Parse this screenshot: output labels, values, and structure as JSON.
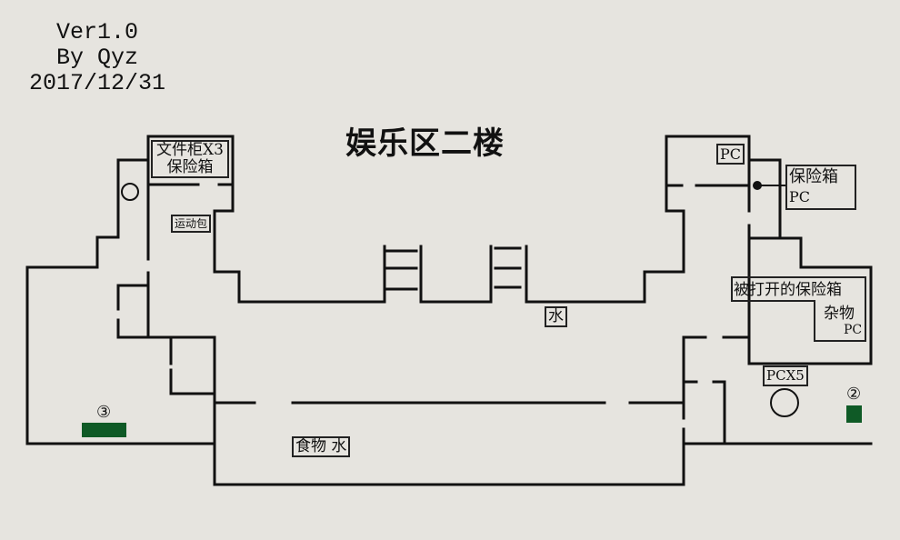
{
  "header": {
    "version": "Ver1.0",
    "author": "By Qyz",
    "date": "2017/12/31",
    "title": "娱乐区二楼"
  },
  "labels": {
    "cabinet": "文件柜X3",
    "safe_left": "保险箱",
    "sports_bag": "运动包",
    "water_mid": "水",
    "food_water": "食物 水",
    "pc_top": "PC",
    "safe_right": "保险箱",
    "safe_right_pc": "PC",
    "opened_safe": "被打开的保险箱",
    "misc": "杂物",
    "opened_pc": "PC",
    "pc_x5": "PCX5"
  },
  "markers": {
    "left": "③",
    "right": "②"
  },
  "colors": {
    "marker_green": "#0f5a26"
  }
}
